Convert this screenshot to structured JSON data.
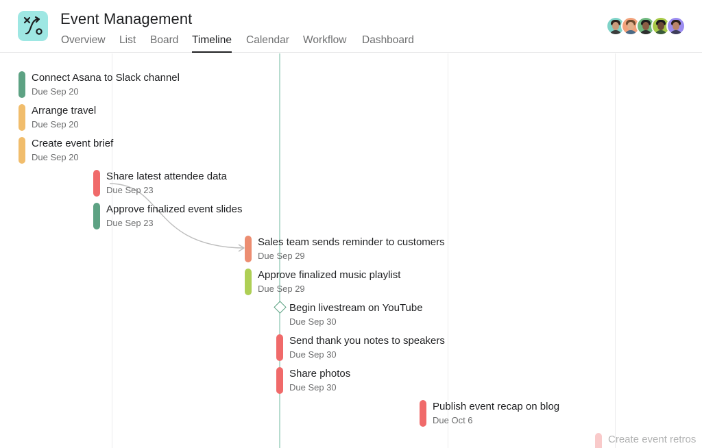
{
  "project": {
    "title": "Event Management",
    "logo_color": "#9ee7e3"
  },
  "tabs": [
    {
      "label": "Overview",
      "active": false
    },
    {
      "label": "List",
      "active": false
    },
    {
      "label": "Board",
      "active": false
    },
    {
      "label": "Timeline",
      "active": true
    },
    {
      "label": "Calendar",
      "active": false
    },
    {
      "label": "Workflow",
      "active": false
    },
    {
      "label": "Dashboard",
      "active": false
    }
  ],
  "members": [
    {
      "ring": "#7fd3c8",
      "skin": "#c99a7b",
      "hair": "#2b211c",
      "shirt": "#3c3c3c"
    },
    {
      "ring": "#f2a27b",
      "skin": "#e0b08c",
      "hair": "#6e4a2e",
      "shirt": "#4a6a86"
    },
    {
      "ring": "#6fb87f",
      "skin": "#8a5d44",
      "hair": "#1c1c1c",
      "shirt": "#2e2e2e"
    },
    {
      "ring": "#a7c948",
      "skin": "#6d4a36",
      "hair": "#1a1a1a",
      "shirt": "#3a5a3a"
    },
    {
      "ring": "#9b8cf0",
      "skin": "#b98468",
      "hair": "#2a1e18",
      "shirt": "#3e3e5a"
    }
  ],
  "colors": {
    "green": "#5da283",
    "yellow": "#f1bd6c",
    "red": "#f06a6a",
    "orange": "#ec8d71",
    "lime": "#aecf55",
    "today": "#b7dccf"
  },
  "tasks": [
    {
      "name": "Connect Asana to Slack channel",
      "due": "Due Sep 20",
      "color": "#5da283"
    },
    {
      "name": "Arrange travel",
      "due": "Due Sep 20",
      "color": "#f1bd6c"
    },
    {
      "name": "Create event brief",
      "due": "Due Sep 20",
      "color": "#f1bd6c"
    },
    {
      "name": "Share latest attendee data",
      "due": "Due Sep 23",
      "color": "#f06a6a"
    },
    {
      "name": "Approve finalized event slides",
      "due": "Due Sep 23",
      "color": "#5da283"
    },
    {
      "name": "Sales team sends reminder to customers",
      "due": "Due Sep 29",
      "color": "#ec8d71"
    },
    {
      "name": "Approve finalized music playlist",
      "due": "Due Sep 29",
      "color": "#aecf55"
    },
    {
      "name": "Begin livestream on YouTube",
      "due": "Due Sep 30",
      "milestone": true
    },
    {
      "name": "Send thank you notes to speakers",
      "due": "Due Sep 30",
      "color": "#f06a6a"
    },
    {
      "name": "Share photos",
      "due": "Due Sep 30",
      "color": "#f06a6a"
    },
    {
      "name": "Publish event recap on blog",
      "due": "Due Oct 6",
      "color": "#f06a6a"
    },
    {
      "name": "Create event retros",
      "due": "",
      "color": "#f06a6a",
      "faded": true
    }
  ]
}
